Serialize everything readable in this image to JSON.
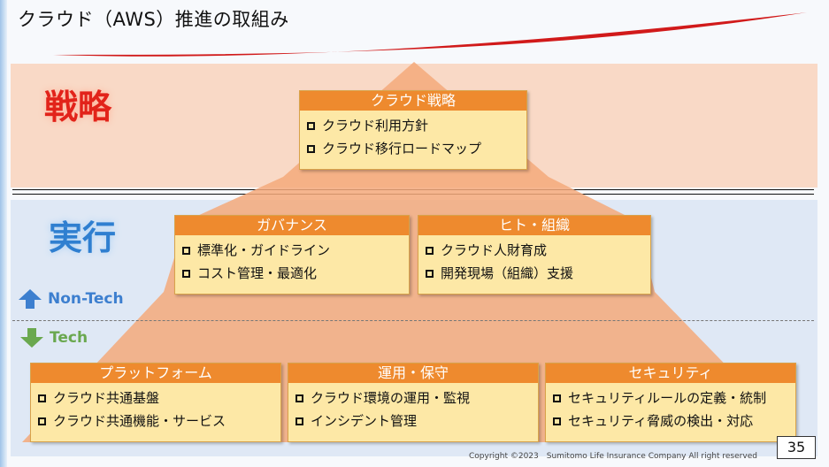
{
  "slide": {
    "title": "クラウド（AWS）推進の取組み",
    "category_strategy": "戦略",
    "category_execution": "実行",
    "tag_nontech": "Non-Tech",
    "tag_tech": "Tech",
    "footer": "Copyright ©2023　Sumitomo Life Insurance Company All right reserved",
    "page_number": "35"
  },
  "boxes": {
    "strategy": {
      "title": "クラウド戦略",
      "items": [
        "クラウド利用方針",
        "クラウド移行ロードマップ"
      ]
    },
    "governance": {
      "title": "ガバナンス",
      "items": [
        "標準化・ガイドライン",
        "コスト管理・最適化"
      ]
    },
    "people": {
      "title": "ヒト・組織",
      "items": [
        "クラウド人財育成",
        "開発現場（組織）支援"
      ]
    },
    "platform": {
      "title": "プラットフォーム",
      "items": [
        "クラウド共通基盤",
        "クラウド共通機能・サービス"
      ]
    },
    "operations": {
      "title": "運用・保守",
      "items": [
        "クラウド環境の運用・監視",
        "インシデント管理"
      ]
    },
    "security": {
      "title": "セキュリティ",
      "items": [
        "セキュリティルールの定義・統制",
        "セキュリティ脅威の検出・対応"
      ]
    }
  },
  "colors": {
    "strategy_band": "#f9d9c6",
    "execution_band": "#dfe8f5",
    "pyramid": "#f4a97a",
    "box_header": "#ee8a2e",
    "box_body": "#fde8a6",
    "strategy_text": "#e2231a",
    "execution_text": "#2f7fd0",
    "nontech": "#3d7fcf",
    "tech": "#6aa84f"
  },
  "icons": {
    "nontech": "arrow-up-icon",
    "tech": "arrow-down-icon"
  }
}
